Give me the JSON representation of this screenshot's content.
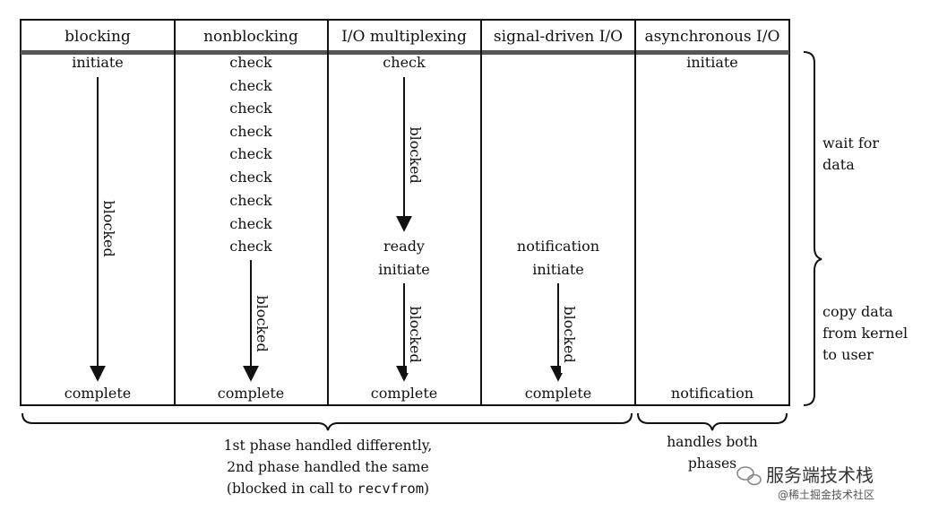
{
  "columns": [
    {
      "header": "blocking"
    },
    {
      "header": "nonblocking"
    },
    {
      "header": "I/O multiplexing"
    },
    {
      "header": "signal-driven I/O"
    },
    {
      "header": "asynchronous I/O"
    }
  ],
  "cells": {
    "initiate": "initiate",
    "check": "check",
    "blocked": "blocked",
    "complete": "complete",
    "ready": "ready",
    "notification": "notification"
  },
  "side_labels": {
    "wait_line1": "wait for",
    "wait_line2": "data",
    "copy_line1": "copy data",
    "copy_line2": "from kernel",
    "copy_line3": "to user"
  },
  "bottom_notes": {
    "left_line1": "1st phase handled differently,",
    "left_line2": "2nd phase handled the same",
    "left_line3_prefix": "(blocked in call to ",
    "left_line3_code": "recvfrom",
    "left_line3_suffix": ")",
    "right_line1": "handles both",
    "right_line2": "phases"
  },
  "watermark": {
    "title": "服务端技术栈",
    "subtitle": "@稀土掘金技术社区"
  }
}
